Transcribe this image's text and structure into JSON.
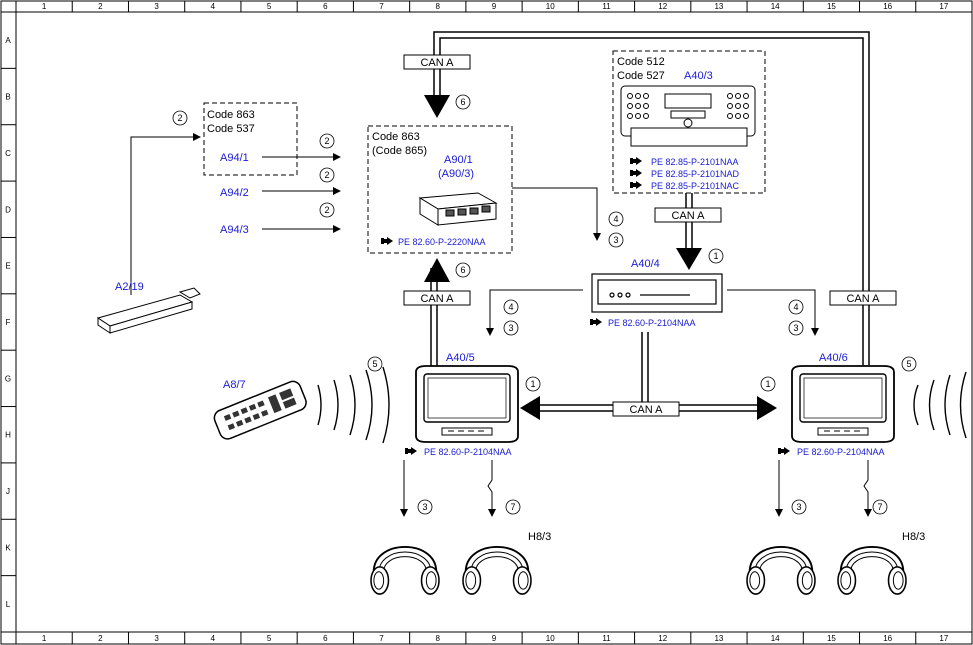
{
  "grid": {
    "columns": [
      "1",
      "2",
      "3",
      "4",
      "5",
      "6",
      "7",
      "8",
      "9",
      "10",
      "11",
      "12",
      "13",
      "14",
      "15",
      "16",
      "17"
    ],
    "rows": [
      "A",
      "B",
      "C",
      "D",
      "E",
      "F",
      "G",
      "H",
      "J",
      "K",
      "L"
    ]
  },
  "components": {
    "a2_19": "A2/19",
    "a8_7": "A8/7",
    "a94_1": "A94/1",
    "a94_2": "A94/2",
    "a94_3": "A94/3",
    "a90_1": "A90/1",
    "a90_3": "(A90/3)",
    "a40_3": "A40/3",
    "a40_4": "A40/4",
    "a40_5": "A40/5",
    "a40_6": "A40/6",
    "h8_3_left": "H8/3",
    "h8_3_right": "H8/3"
  },
  "codes": {
    "c863_box1": "Code 863",
    "c537": "Code 537",
    "c863_box2": "Code 863",
    "c865": "(Code 865)",
    "c512": "Code 512",
    "c527": "Code 527"
  },
  "refs": {
    "a90": "PE 82.60-P-2220NAA",
    "a40_3_1": "PE 82.85-P-2101NAA",
    "a40_3_2": "PE 82.85-P-2101NAD",
    "a40_3_3": "PE 82.85-P-2101NAC",
    "a40_4": "PE 82.60-P-2104NAA",
    "a40_5": "PE 82.60-P-2104NAA",
    "a40_6": "PE 82.60-P-2104NAA"
  },
  "bus": {
    "can_top": "CAN A",
    "can_a40_3": "CAN A",
    "can_a90_bottom": "CAN A",
    "can_right": "CAN A",
    "can_bottom": "CAN A"
  },
  "signals": {
    "n1_a40_4": "1",
    "n1_a40_5": "1",
    "n1_a40_6": "1",
    "n2_a2_19": "2",
    "n2_a94_1": "2",
    "n2_a94_2": "2",
    "n2_a94_3": "2",
    "n3_a90": "3",
    "n3_left_f": "3",
    "n3_right_f": "3",
    "n3_left_head": "3",
    "n3_right_head": "3",
    "n4_a90": "4",
    "n4_left_f": "4",
    "n4_right_f": "4",
    "n5_left": "5",
    "n5_right": "5",
    "n6_top": "6",
    "n6_bottom": "6",
    "n7_left": "7",
    "n7_right": "7"
  }
}
